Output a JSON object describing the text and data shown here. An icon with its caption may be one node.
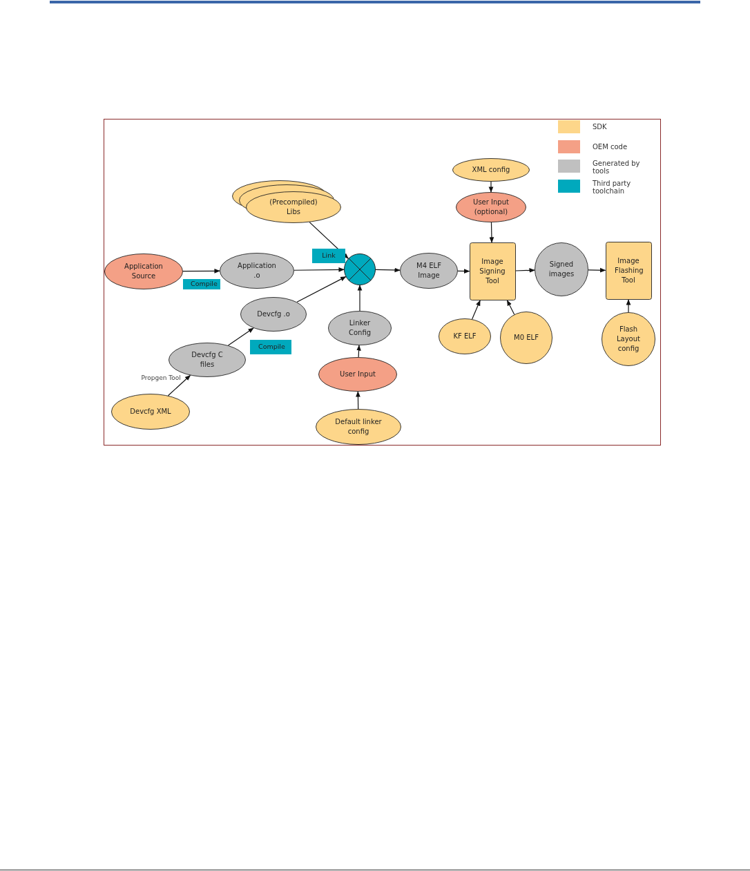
{
  "diagram": {
    "nodes": [
      {
        "text": [
          "XML config"
        ]
      },
      {
        "text": [
          "(Precompiled) Libs"
        ]
      },
      {
        "text": [
          "User Input (optional)"
        ]
      },
      {
        "text": [
          "Link"
        ]
      },
      {
        "text": [
          "Application Source"
        ]
      },
      {
        "text": [
          "Application .o"
        ]
      },
      {
        "text": [],
        "shape": "circle"
      },
      {
        "text": [
          "M4 ELF Image"
        ]
      },
      {
        "text": [
          "Image Signing Tool"
        ]
      },
      {
        "text": [
          "Signed images"
        ]
      },
      {
        "text": [
          "Image Flashing Tool"
        ]
      },
      {
        "text": [
          "Compile"
        ]
      },
      {
        "text": [
          "Devcfg .o"
        ]
      },
      {
        "text": [
          "Linker Config"
        ]
      },
      {
        "text": [
          "KF ELF"
        ]
      },
      {
        "text": [
          "M0 ELF"
        ]
      },
      {
        "text": [
          "Flash Layout config"
        ]
      },
      {
        "text": [
          "Compile"
        ]
      },
      {
        "text": [
          "Devcfg C files"
        ]
      },
      {
        "text": [
          "User Input"
        ]
      },
      {
        "text": [
          "Devcfg XML"
        ]
      },
      {
        "text": [
          "Default linker config"
        ]
      }
    ],
    "edges": [
      {
        "from": 0,
        "to": 2,
        "arrow": "to"
      },
      {
        "from": 2,
        "to": 8,
        "arrow": "to"
      },
      {
        "from": 1,
        "to": 6,
        "arrow": "to"
      },
      {
        "from": 4,
        "to": 5,
        "arrow": "to"
      },
      {
        "from": 5,
        "to": 6,
        "arrow": "to"
      },
      {
        "from": 12,
        "to": 6,
        "arrow": "to"
      },
      {
        "from": 13,
        "to": 6,
        "arrow": "to"
      },
      {
        "from": 6,
        "to": 7,
        "arrow": "to"
      },
      {
        "from": 7,
        "to": 8,
        "arrow": "to"
      },
      {
        "from": 8,
        "to": 9,
        "arrow": "to"
      },
      {
        "from": 9,
        "to": 10,
        "arrow": "to"
      },
      {
        "from": 14,
        "to": 8,
        "arrow": "to"
      },
      {
        "from": 15,
        "to": 8,
        "arrow": "to"
      },
      {
        "from": 16,
        "to": 10,
        "arrow": "to"
      },
      {
        "from": 18,
        "to": 12,
        "arrow": "to"
      },
      {
        "from": 20,
        "to": 18,
        "arrow": "to",
        "label": "Propgen Tool"
      },
      {
        "from": 19,
        "to": 13,
        "arrow": "to"
      },
      {
        "from": 21,
        "to": 19,
        "arrow": "to"
      }
    ],
    "legend": [
      {
        "text": "SDK",
        "color": "#fdd68a"
      },
      {
        "text": "OEM code",
        "color": "#f4a086"
      },
      {
        "text": "Generated by tools",
        "color": "#c0c0c0"
      },
      {
        "text": "Third party toolchain",
        "color": "#00a9bd"
      }
    ]
  }
}
